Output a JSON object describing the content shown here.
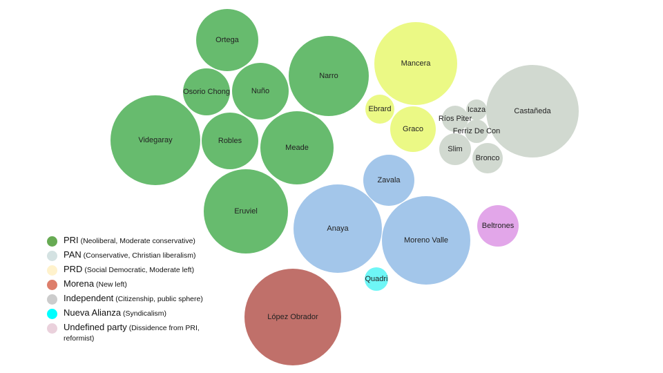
{
  "chart_data": {
    "type": "bubble",
    "title": "",
    "legend_position": "bottom-left",
    "parties": [
      {
        "key": "PRI",
        "name": "PRI",
        "desc": "(Neoliberal, Moderate conservative)",
        "color": "#67bb6e"
      },
      {
        "key": "PAN",
        "name": "PAN",
        "desc": "(Conservative, Christian liberalism)",
        "color": "#a3c6ea"
      },
      {
        "key": "PRD",
        "name": "PRD",
        "desc": "(Social Democratic, Moderate left)",
        "color": "#ebf985"
      },
      {
        "key": "Morena",
        "name": "Morena",
        "desc": "(New left)",
        "color": "#c0706a"
      },
      {
        "key": "Independent",
        "name": "Independent",
        "desc": "(Citizenship, public sphere)",
        "color": "#d1d9d0"
      },
      {
        "key": "Nueva Alianza",
        "name": "Nueva Alianza",
        "desc": "(Syndicalism)",
        "color": "#6ef6f6"
      },
      {
        "key": "Undefined",
        "name": "Undefined party",
        "desc": "(Dissidence from PRI, reformist)",
        "color": "#e2a6e9"
      }
    ],
    "legend_swatch_colors": [
      "#67aa53",
      "#d4e2e2",
      "#fff2cc",
      "#dd7e6b",
      "#cccccc",
      "#00ffff",
      "#ead1dc"
    ],
    "bubbles": [
      {
        "label": "Ortega",
        "party": "PRI",
        "size": 45
      },
      {
        "label": "Osorio Chong",
        "party": "PRI",
        "size": 34
      },
      {
        "label": "Nuño",
        "party": "PRI",
        "size": 41
      },
      {
        "label": "Narro",
        "party": "PRI",
        "size": 58
      },
      {
        "label": "Videgaray",
        "party": "PRI",
        "size": 65
      },
      {
        "label": "Robles",
        "party": "PRI",
        "size": 41
      },
      {
        "label": "Meade",
        "party": "PRI",
        "size": 53
      },
      {
        "label": "Eruviel",
        "party": "PRI",
        "size": 61
      },
      {
        "label": "Mancera",
        "party": "PRD",
        "size": 60
      },
      {
        "label": "Ebrard",
        "party": "PRD",
        "size": 21
      },
      {
        "label": "Graco",
        "party": "PRD",
        "size": 33
      },
      {
        "label": "Ríos Piter",
        "party": "Independent",
        "size": 19
      },
      {
        "label": "Icaza",
        "party": "Independent",
        "size": 15
      },
      {
        "label": "Ferriz De Con",
        "party": "Independent",
        "size": 17
      },
      {
        "label": "Slim",
        "party": "Independent",
        "size": 23
      },
      {
        "label": "Bronco",
        "party": "Independent",
        "size": 22
      },
      {
        "label": "Castañeda",
        "party": "Independent",
        "size": 67
      },
      {
        "label": "Zavala",
        "party": "PAN",
        "size": 37
      },
      {
        "label": "Anaya",
        "party": "PAN",
        "size": 64
      },
      {
        "label": "Moreno Valle",
        "party": "PAN",
        "size": 64
      },
      {
        "label": "Beltrones",
        "party": "Undefined",
        "size": 30
      },
      {
        "label": "Quadri",
        "party": "Nueva Alianza",
        "size": 17
      },
      {
        "label": "López Obrador",
        "party": "Morena",
        "size": 70
      }
    ]
  }
}
